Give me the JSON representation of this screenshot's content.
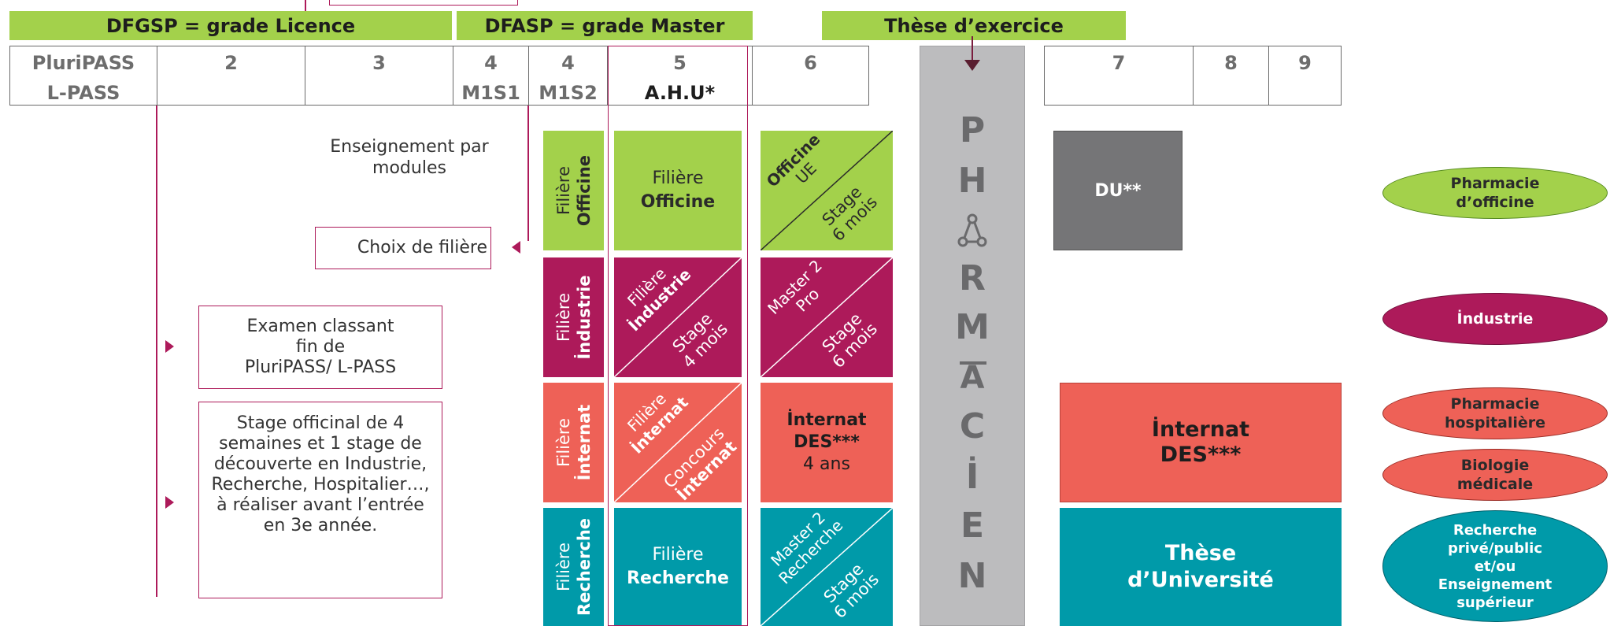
{
  "headers": {
    "licence": "DFGSP = grade Licence",
    "master": "DFASP = grade Master",
    "these": "Thèse d’exercice"
  },
  "years": {
    "y1": {
      "line1": "PluriPASS",
      "line2": "L-PASS"
    },
    "y2": "2",
    "y3": "3",
    "y4a": {
      "line1": "4",
      "line2": "M1S1"
    },
    "y4b": {
      "line1": "4",
      "line2": "M1S2"
    },
    "y5": {
      "line1": "5",
      "line2": "A.H.U*"
    },
    "y6": "6",
    "y7": "7",
    "y8": "8",
    "y9": "9"
  },
  "notes": {
    "enseignement": "Enseignement par modules",
    "choix": "Choix de filière",
    "examen": [
      "Examen classant",
      "fin de",
      "PluriPASS/ L-PASS"
    ],
    "stage": [
      "Stage officinal de 4",
      "semaines et 1 stage de",
      "découverte  en Industrie,",
      "Recherche, Hospitalier…,",
      "à réaliser avant l’entrée",
      "en 3e année."
    ]
  },
  "filieres": {
    "officine": {
      "prefix": "Filière",
      "name": "Officine"
    },
    "industrie": {
      "prefix": "Filière",
      "name": "İndustrie"
    },
    "internat": {
      "prefix": "Filière",
      "name": "İnternat"
    },
    "recherche": {
      "prefix": "Filière",
      "name": "Recherche"
    }
  },
  "year5": {
    "officine": {
      "prefix": "Filière",
      "name": "Officine"
    },
    "industrie": {
      "top1": "Filière",
      "top2": "İndustrie",
      "bottom1": "Stage",
      "bottom2": "4 mois"
    },
    "internat": {
      "top1": "Filière",
      "top2": "İnternat",
      "bottom1": "Concours",
      "bottom2": "İnternat"
    },
    "recherche": {
      "prefix": "Filière",
      "name": "Recherche"
    }
  },
  "year6": {
    "officine": {
      "top1": "Officine",
      "top2": "UE",
      "bottom1": "Stage",
      "bottom2": "6 mois"
    },
    "industrie": {
      "top1": "Master 2",
      "top2": "Pro",
      "bottom1": "Stage",
      "bottom2": "6 mois"
    },
    "internat": {
      "line1": "İnternat",
      "line2": "DES***",
      "line3": "4 ans"
    },
    "recherche": {
      "top1": "Master 2",
      "top2": "Recherche",
      "bottom1": "Stage",
      "bottom2": "6 mois"
    }
  },
  "pharmacien": [
    "P",
    "H",
    "A",
    "R",
    "M",
    "A",
    "C",
    "İ",
    "E",
    "N"
  ],
  "right": {
    "du": "DU**",
    "internat": {
      "line1": "İnternat",
      "line2": "DES***"
    },
    "these": {
      "line1": "Thèse",
      "line2": "d’Université"
    }
  },
  "outcomes": {
    "officine": [
      "Pharmacie",
      "d’officine"
    ],
    "industrie": [
      "İndustrie"
    ],
    "hospitaliere": [
      "Pharmacie",
      "hospitalière"
    ],
    "biologie": [
      "Biologie",
      "médicale"
    ],
    "recherche": [
      "Recherche",
      "privé/public",
      "et/ou",
      "Enseignement",
      "supérieur"
    ]
  },
  "colors": {
    "green": "#a3d14b",
    "magenta": "#ad1a5a",
    "coral": "#ee6157",
    "teal": "#009aa9",
    "gray": "#757577",
    "pharmacien_bg": "#bcbcbe"
  }
}
